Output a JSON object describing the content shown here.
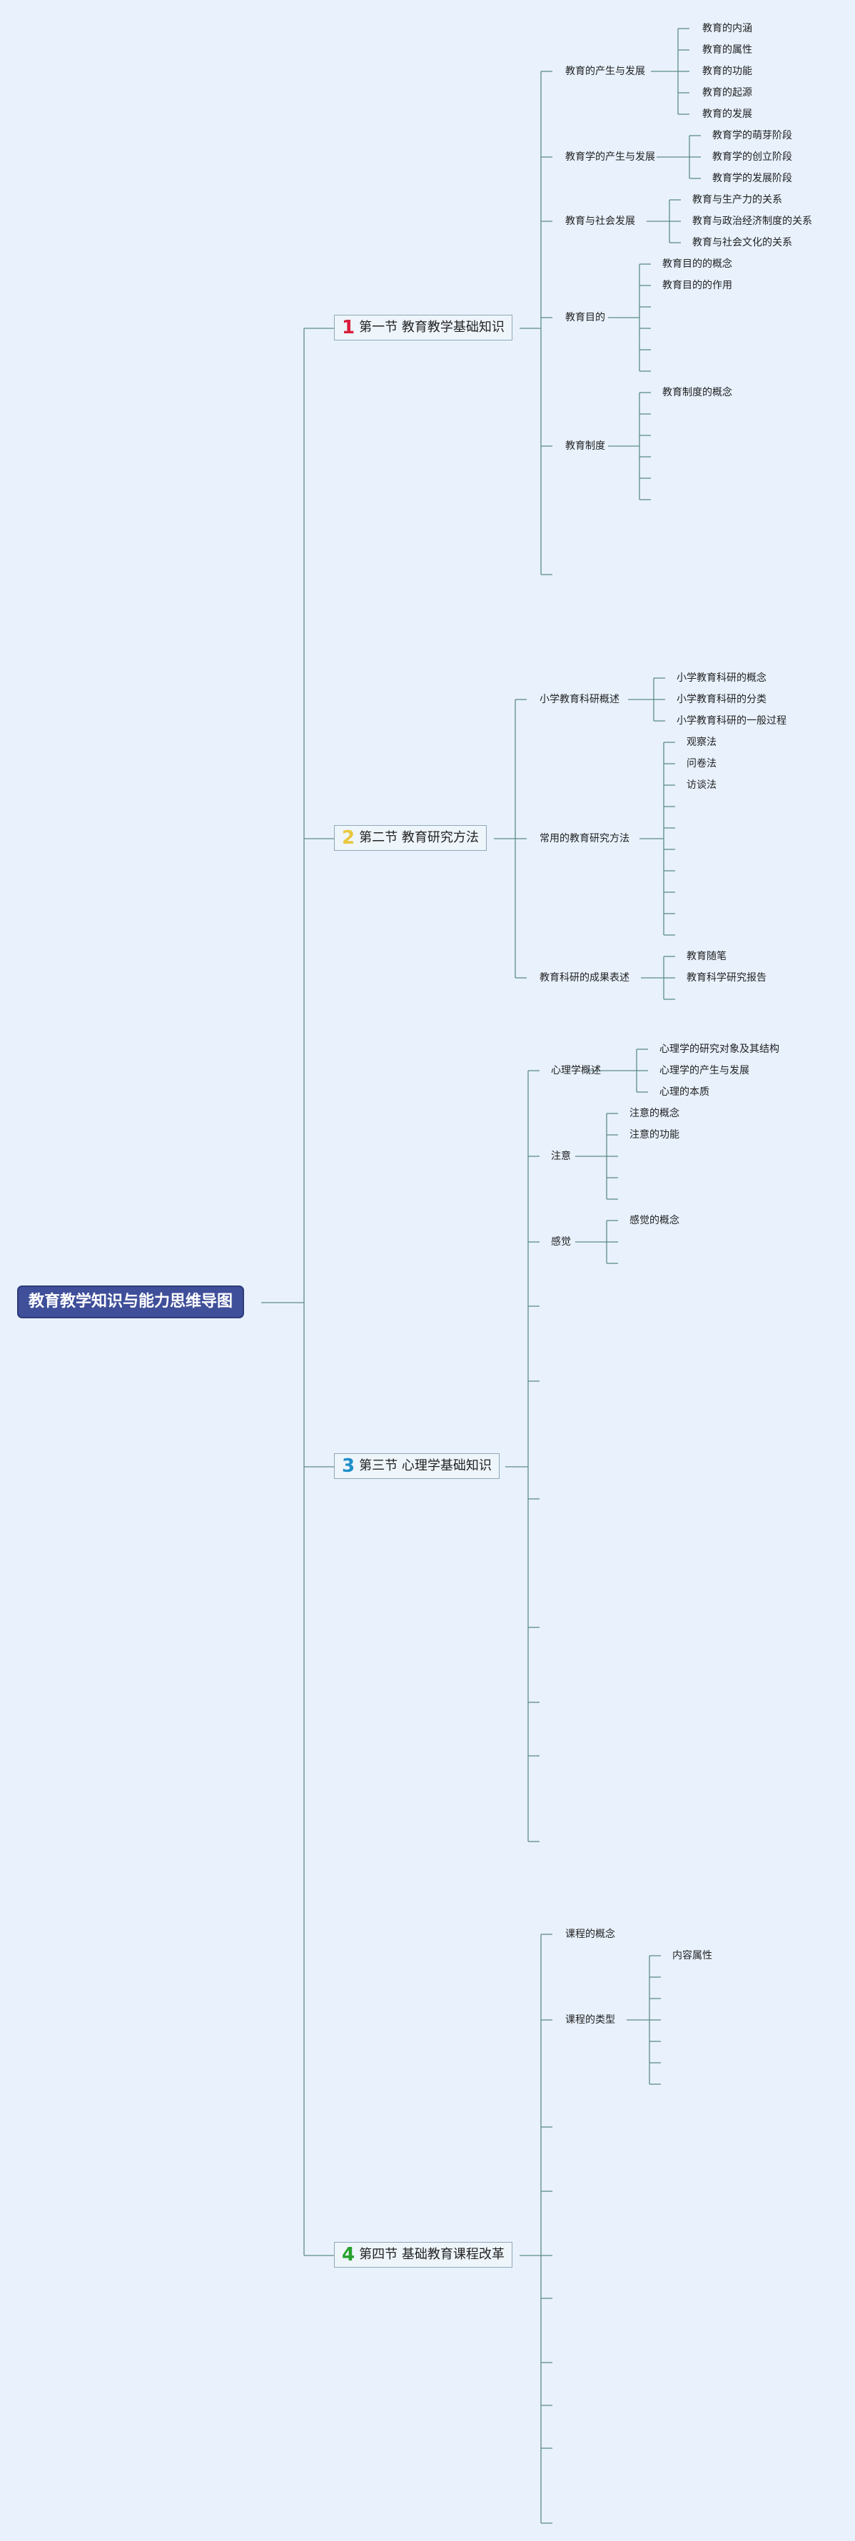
{
  "root": {
    "title": "教育教学知识与能力思维导图"
  },
  "sections": [
    {
      "num": "1",
      "title": "第一节 教育教学基础知识",
      "topics": [
        {
          "label": "教育的产生与发展",
          "items": [
            "教育的内涵",
            "教育的属性",
            "教育的功能",
            "教育的起源",
            "教育的发展"
          ]
        },
        {
          "label": "教育学的产生与发展",
          "items": [
            "教育学的萌芽阶段",
            "教育学的创立阶段",
            "教育学的发展阶段"
          ]
        },
        {
          "label": "教育与社会发展",
          "items": [
            "教育与生产力的关系",
            "教育与政治经济制度的关系",
            "教育与社会文化的关系"
          ]
        },
        {
          "label": "教育目的",
          "items": [
            "教育目的的概念",
            "教育目的的作用"
          ]
        },
        {
          "label": "教育制度",
          "items": [
            "教育制度的概念"
          ]
        }
      ]
    },
    {
      "num": "2",
      "title": "第二节 教育研究方法",
      "topics": [
        {
          "label": "小学教育科研概述",
          "items": [
            "小学教育科研的概念",
            "小学教育科研的分类",
            "小学教育科研的一般过程"
          ]
        },
        {
          "label": "常用的教育研究方法",
          "items": [
            "观察法",
            "问卷法",
            "访谈法"
          ]
        },
        {
          "label": "教育科研的成果表述",
          "items": [
            "教育随笔",
            "教育科学研究报告"
          ]
        }
      ]
    },
    {
      "num": "3",
      "title": "第三节 心理学基础知识",
      "topics": [
        {
          "label": "心理学概述",
          "items": [
            "心理学的研究对象及其结构",
            "心理学的产生与发展",
            "心理的本质"
          ]
        },
        {
          "label": "注意",
          "items": [
            "注意的概念",
            "注意的功能"
          ]
        },
        {
          "label": "感觉",
          "items": [
            "感觉的概念"
          ]
        }
      ]
    },
    {
      "num": "4",
      "title": "第四节 基础教育课程改革",
      "topics": [
        {
          "label": "课程的概念",
          "items": []
        },
        {
          "label": "课程的类型",
          "items": [
            "内容属性"
          ]
        }
      ]
    }
  ],
  "colors": {
    "line": "#5e8c86",
    "root_bg": "#3f4f9a"
  }
}
